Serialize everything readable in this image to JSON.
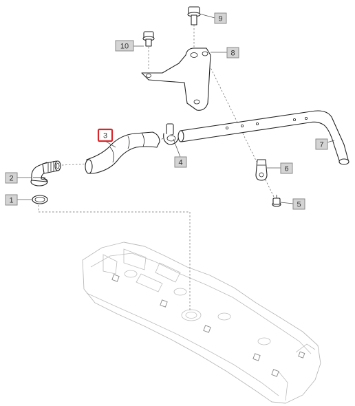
{
  "callouts": [
    {
      "id": "c1",
      "label": "1"
    },
    {
      "id": "c2",
      "label": "2"
    },
    {
      "id": "c3",
      "label": "3",
      "highlighted": true
    },
    {
      "id": "c4",
      "label": "4"
    },
    {
      "id": "c5",
      "label": "5"
    },
    {
      "id": "c6",
      "label": "6"
    },
    {
      "id": "c7",
      "label": "7"
    },
    {
      "id": "c8",
      "label": "8"
    },
    {
      "id": "c9",
      "label": "9"
    },
    {
      "id": "c10",
      "label": "10"
    }
  ],
  "colors": {
    "highlight": "#d9262b",
    "callout_fill": "#d4d4d4",
    "line_art": "#222222",
    "ghost_part": "#b9b9b9"
  }
}
